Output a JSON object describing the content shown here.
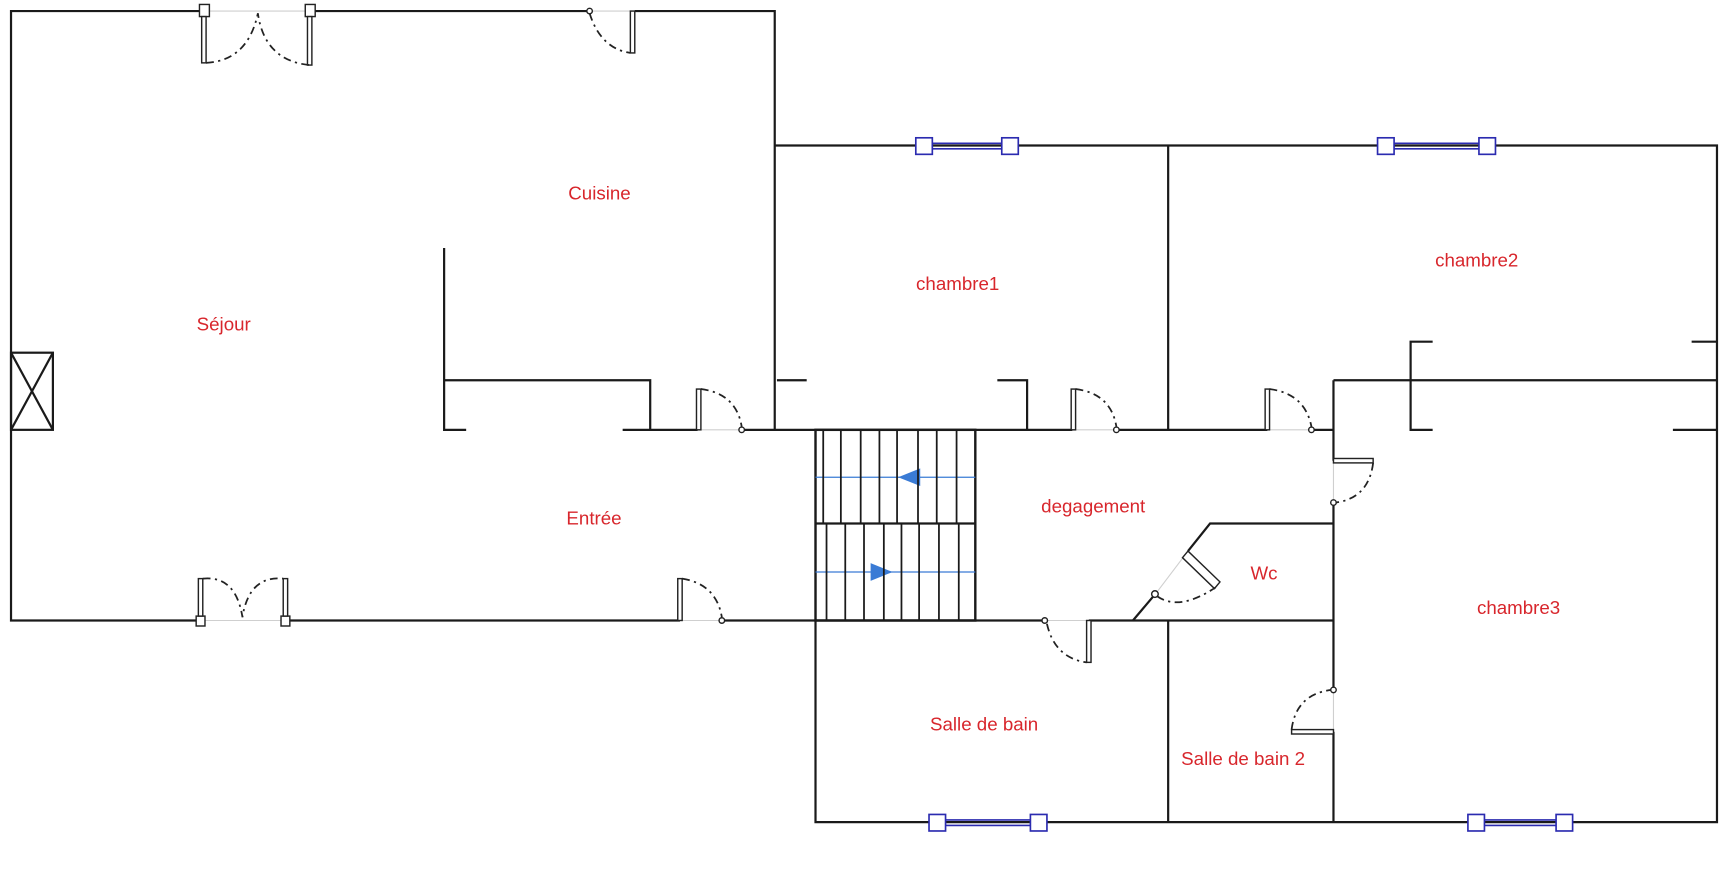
{
  "plan": {
    "rooms": {
      "cuisine": "Cuisine",
      "sejour": "Séjour",
      "chambre1": "chambre1",
      "chambre2": "chambre2",
      "entree": "Entrée",
      "degagement": "degagement",
      "wc": "Wc",
      "chambre3": "chambre3",
      "salle_de_bain": "Salle de bain",
      "salle_de_bain_2": "Salle de bain 2"
    },
    "colors": {
      "label": "#d8262c",
      "window": "#2b2bb0",
      "stair_arrow": "#3a7bd5",
      "wall": "#1a1a1a"
    }
  }
}
